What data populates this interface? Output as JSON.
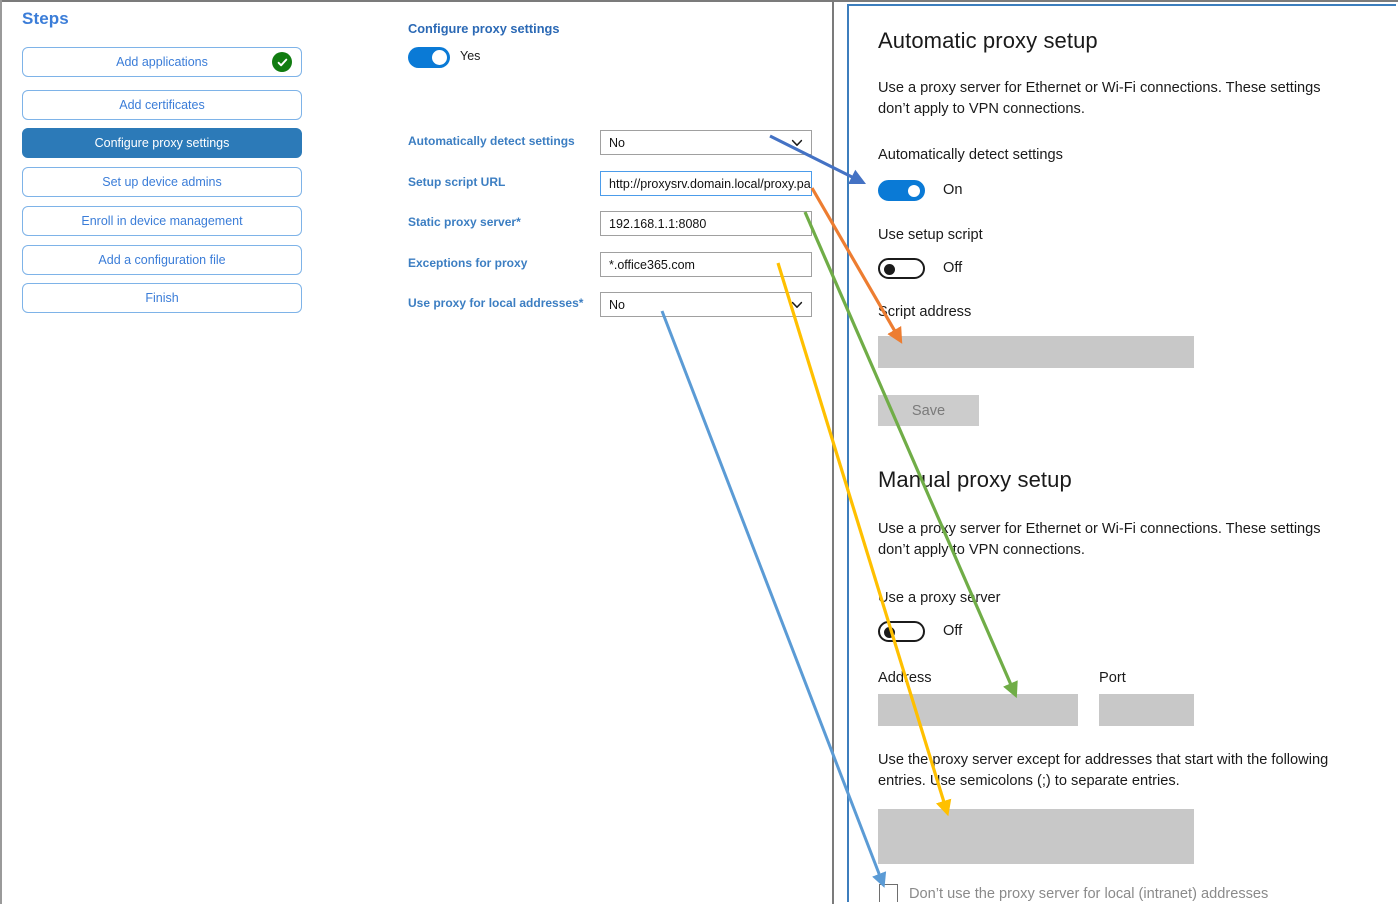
{
  "steps_panel": {
    "title": "Steps",
    "items": [
      {
        "label": "Add applications",
        "state": "complete",
        "icon": "check-circle-icon"
      },
      {
        "label": "Add certificates",
        "state": "default"
      },
      {
        "label": "Configure proxy settings",
        "state": "active"
      },
      {
        "label": "Set up device admins",
        "state": "default"
      },
      {
        "label": "Enroll in device management",
        "state": "default"
      },
      {
        "label": "Add a configuration file",
        "state": "default"
      },
      {
        "label": "Finish",
        "state": "default"
      }
    ],
    "accent_color": "#3b7dd8",
    "active_color": "#2c7ab8",
    "complete_color": "#107c10"
  },
  "form_panel": {
    "heading": "Configure proxy settings",
    "toggle": {
      "value": "Yes",
      "on": true,
      "color": "#0a7ad6"
    },
    "fields": [
      {
        "label": "Automatically detect settings",
        "required": false,
        "type": "select",
        "value": "No",
        "icon": "chevron-down-icon",
        "focused": false
      },
      {
        "label": "Setup script URL",
        "required": false,
        "type": "text",
        "value": "http://proxysrv.domain.local/proxy.pa",
        "focused": true
      },
      {
        "label": "Static proxy server",
        "required": true,
        "type": "text",
        "value": "192.168.1.1:8080",
        "focused": false
      },
      {
        "label": "Exceptions for proxy",
        "required": false,
        "type": "text",
        "value": "*.office365.com",
        "focused": false
      },
      {
        "label": "Use proxy for local addresses",
        "required": true,
        "type": "select",
        "value": "No",
        "icon": "chevron-down-icon",
        "focused": false
      }
    ],
    "required_marker": "*"
  },
  "settings_panel": {
    "border_color": "#3d7ebd",
    "automatic": {
      "title": "Automatic proxy setup",
      "description": "Use a proxy server for Ethernet or Wi-Fi connections. These settings don’t apply to VPN connections.",
      "auto_detect_label": "Automatically detect settings",
      "auto_detect_state": "On",
      "setup_script_label": "Use setup script",
      "setup_script_state": "Off",
      "script_address_label": "Script address",
      "script_address_value": "",
      "save_label": "Save"
    },
    "manual": {
      "title": "Manual proxy setup",
      "description": "Use a proxy server for Ethernet or Wi-Fi connections. These settings don’t apply to VPN connections.",
      "use_proxy_label": "Use a proxy server",
      "use_proxy_state": "Off",
      "address_label": "Address",
      "address_value": "",
      "port_label": "Port",
      "port_value": "",
      "exceptions_description": "Use the proxy server except for addresses that start with the following entries. Use semicolons (;) to separate entries.",
      "exceptions_value": "",
      "bypass_local_label": "Don’t use the proxy server for local (intranet) addresses",
      "bypass_local_checked": false
    }
  },
  "annotations": {
    "arrows": [
      {
        "name": "arrow-auto-detect",
        "color": "#4472c4",
        "from_field": "Automatically detect settings",
        "to_target": "Automatically detect settings toggle"
      },
      {
        "name": "arrow-setup-script-url",
        "color": "#ed7d31",
        "from_field": "Setup script URL",
        "to_target": "Script address box"
      },
      {
        "name": "arrow-static-proxy-server",
        "color": "#70ad47",
        "from_field": "Static proxy server",
        "to_target": "Address box"
      },
      {
        "name": "arrow-exceptions-for-proxy",
        "color": "#ffc000",
        "from_field": "Exceptions for proxy",
        "to_target": "Exceptions box"
      },
      {
        "name": "arrow-use-proxy-local",
        "color": "#5b9bd5",
        "from_field": "Use proxy for local addresses",
        "to_target": "Don’t use the proxy server for local (intranet) addresses checkbox"
      }
    ]
  }
}
